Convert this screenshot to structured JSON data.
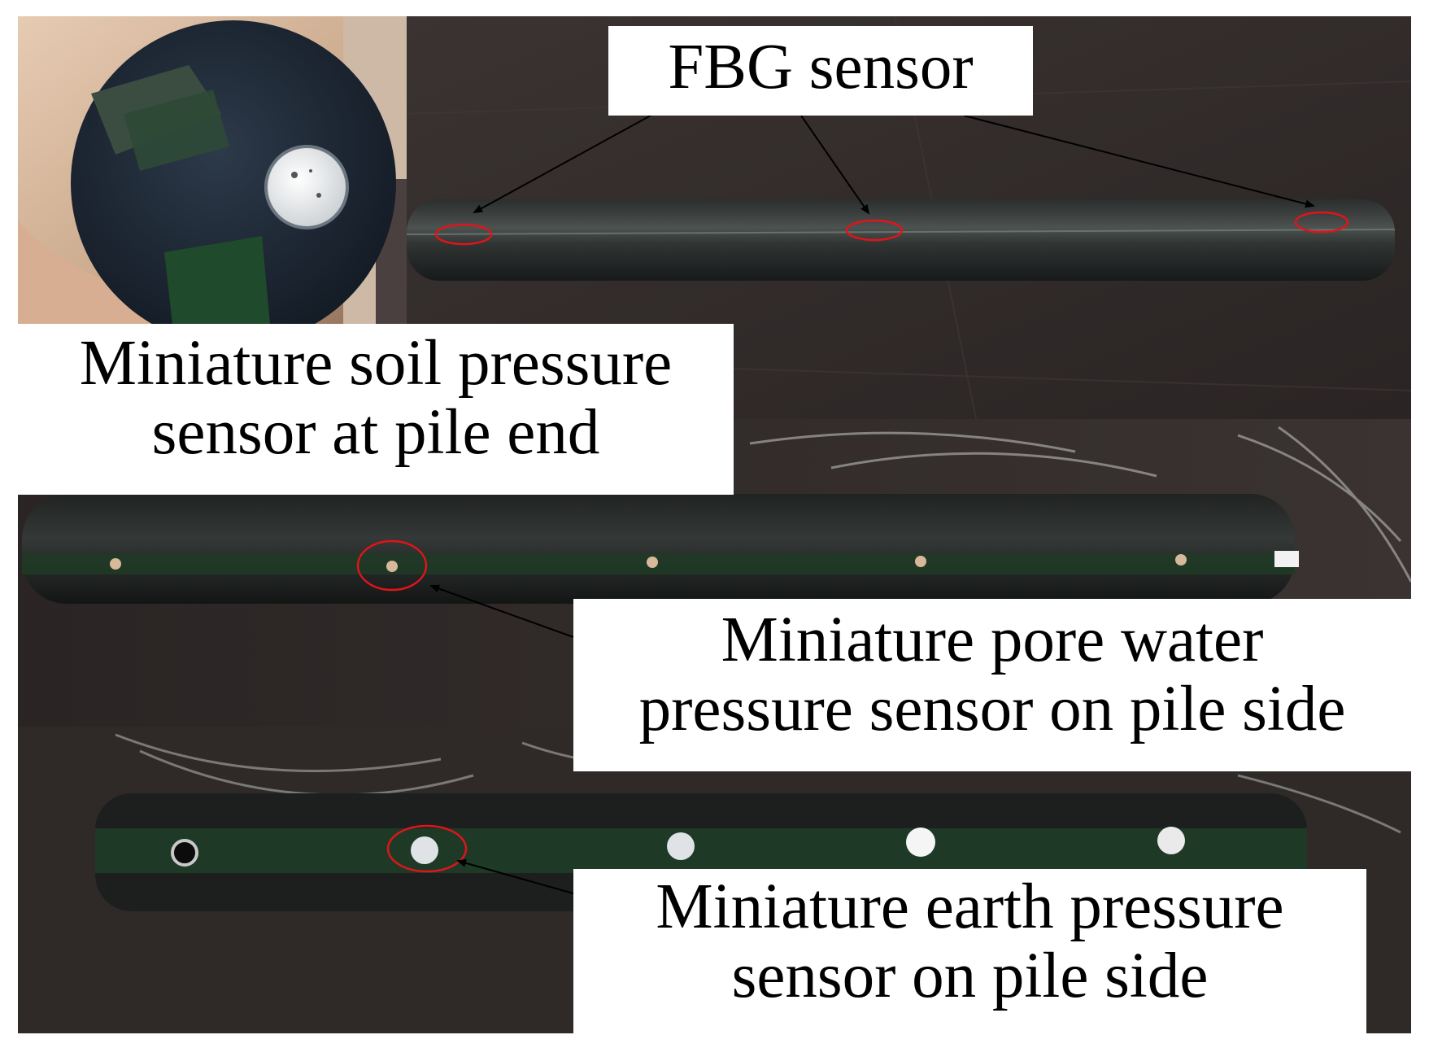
{
  "labels": {
    "fbg": "FBG sensor",
    "soil_line1": "Miniature soil pressure",
    "soil_line2": "sensor at pile end",
    "pore_line1": "Miniature pore water",
    "pore_line2": "pressure sensor on pile side",
    "earth_line1": "Miniature earth pressure",
    "earth_line2": "sensor on pile side"
  },
  "colors": {
    "background": "#ffffff",
    "table_dark": "#2e2826",
    "pile_dark": "#1f2221",
    "pile_green": "#1e3a26",
    "highlight_ellipse": "#e0141a",
    "arrow": "#000000"
  }
}
